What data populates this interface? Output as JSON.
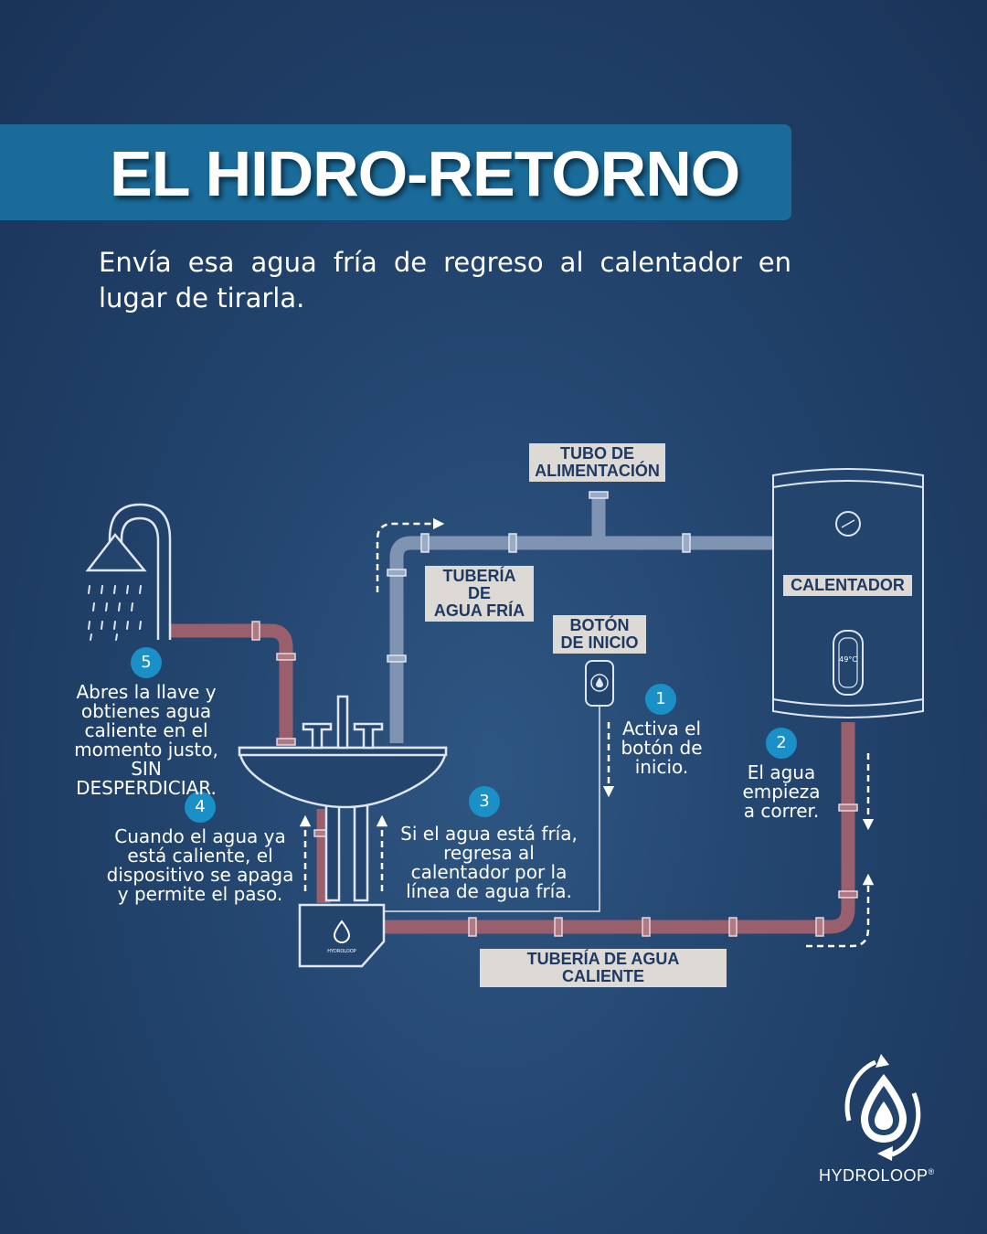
{
  "title": "EL HIDRO-RETORNO",
  "subtitle": "Envía esa agua fría de regreso al calentador en lugar de tirarla.",
  "labels": {
    "feed_pipe": "TUBO DE\nALIMENTACIÓN",
    "cold_pipe": "TUBERÍA DE\nAGUA FRÍA",
    "start_button": "BOTÓN\nDE INICIO",
    "heater": "CALENTADOR",
    "hot_pipe": "TUBERÍA DE AGUA CALIENTE"
  },
  "steps": [
    {
      "num": "1",
      "text": "Activa el\nbotón de\ninicio."
    },
    {
      "num": "2",
      "text": "El agua\nempieza\na correr."
    },
    {
      "num": "3",
      "text": "Si el agua está fría,\nregresa al\ncalentador por la\nlínea de agua fría."
    },
    {
      "num": "4",
      "text": "Cuando el agua ya\nestá caliente, el\ndispositivo se apaga\ny permite el paso."
    },
    {
      "num": "5",
      "text": "Abres la llave y\nobtienes agua\ncaliente en el\nmomento justo,\nSIN DESPERDICIAR."
    }
  ],
  "heater_display": "49°C",
  "device_label": "HYDROLOOP",
  "brand": {
    "name": "HYDROLOOP",
    "mark": "®"
  },
  "colors": {
    "background": "#22446d",
    "banner": "#1a6b9a",
    "hot_pipe": "#9a5f6c",
    "cold_pipe": "#7f93b3",
    "step_badge": "#1a90c7",
    "label_bg": "#ddd9d4"
  }
}
